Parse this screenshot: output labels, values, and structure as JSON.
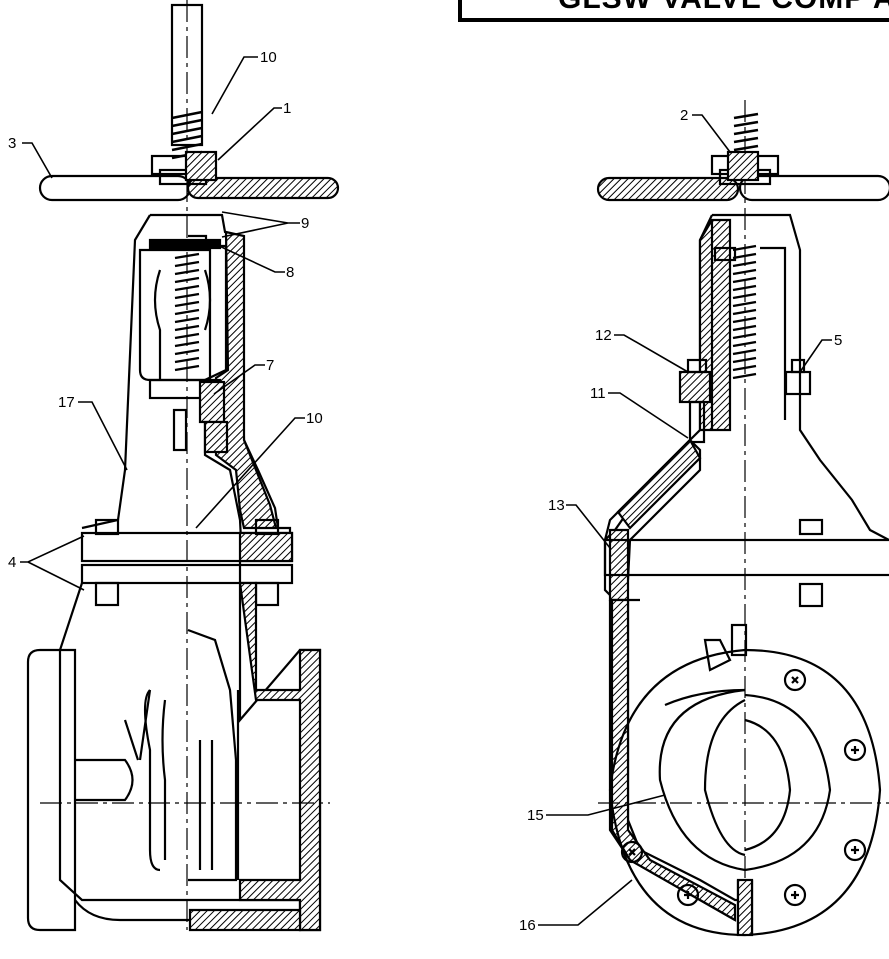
{
  "title": "GLSW VALVE COMP A",
  "callouts": {
    "c1": "1",
    "c2": "2",
    "c3": "3",
    "c4": "4",
    "c5": "5",
    "c7": "7",
    "c8": "8",
    "c9": "9",
    "c10a": "10",
    "c10b": "10",
    "c11": "11",
    "c12": "12",
    "c13": "13",
    "c15": "15",
    "c16": "16",
    "c17": "17"
  }
}
